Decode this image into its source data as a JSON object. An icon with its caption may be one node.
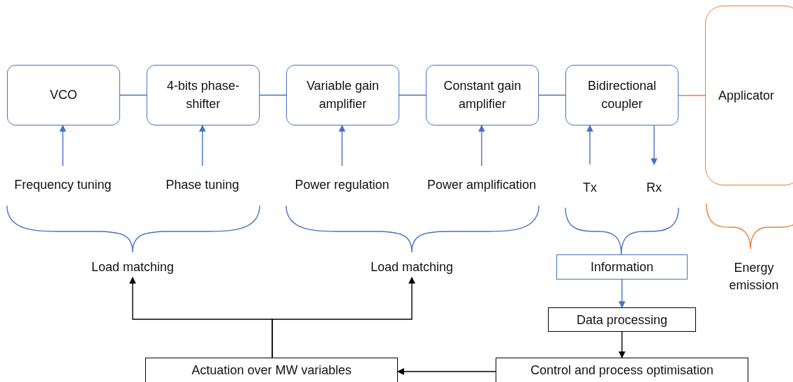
{
  "diagram": {
    "nodes": [
      {
        "text": [
          "VCO"
        ]
      },
      {
        "text": [
          "4-bits phase-shifter"
        ]
      },
      {
        "text": [
          "Variable gain amplifier"
        ]
      },
      {
        "text": [
          "Constant gain amplifier"
        ]
      },
      {
        "text": [
          "Bidirectional coupler"
        ]
      },
      {
        "text": [
          "Applicator"
        ]
      },
      {
        "text": [
          "Frequency tuning"
        ]
      },
      {
        "text": [
          "Phase tuning"
        ]
      },
      {
        "text": [
          "Power regulation"
        ]
      },
      {
        "text": [
          "Power amplification"
        ]
      },
      {
        "text": [
          "Tx"
        ]
      },
      {
        "text": [
          "Rx"
        ]
      },
      {
        "text": [
          "Load matching"
        ]
      },
      {
        "text": [
          "Load matching"
        ]
      },
      {
        "text": [
          "Information"
        ]
      },
      {
        "text": [
          "Energy emission"
        ]
      },
      {
        "text": [
          "Data processing"
        ]
      },
      {
        "text": [
          "Actuation over MW variables"
        ]
      },
      {
        "text": [
          "Control and process optimisation"
        ]
      }
    ],
    "edges": [
      {
        "from": 0,
        "to": 1,
        "arrow": "none"
      },
      {
        "from": 1,
        "to": 2,
        "arrow": "none"
      },
      {
        "from": 2,
        "to": 3,
        "arrow": "none"
      },
      {
        "from": 3,
        "to": 4,
        "arrow": "none"
      },
      {
        "from": 4,
        "to": 5,
        "arrow": "none",
        "color": "#ed7d31"
      },
      {
        "from": 6,
        "to": 0,
        "arrow": "to"
      },
      {
        "from": 7,
        "to": 1,
        "arrow": "to"
      },
      {
        "from": 8,
        "to": 2,
        "arrow": "to"
      },
      {
        "from": 9,
        "to": 3,
        "arrow": "to"
      },
      {
        "from": 10,
        "to": 4,
        "arrow": "to"
      },
      {
        "from": 4,
        "to": 11,
        "arrow": "to"
      },
      {
        "from": 14,
        "to": 16,
        "arrow": "to"
      },
      {
        "from": 16,
        "to": 18,
        "arrow": "to",
        "color": "#000000"
      },
      {
        "from": 18,
        "to": 17,
        "arrow": "to",
        "color": "#000000"
      },
      {
        "from": 17,
        "to": 12,
        "arrow": "to",
        "color": "#000000"
      },
      {
        "from": 17,
        "to": 13,
        "arrow": "to",
        "color": "#000000"
      }
    ]
  }
}
